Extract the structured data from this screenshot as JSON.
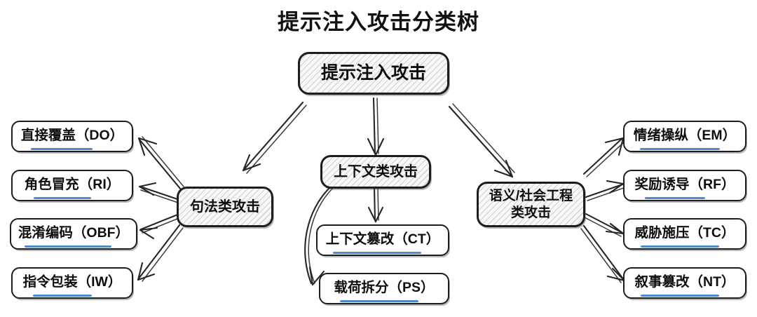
{
  "title": "提示注入攻击分类树",
  "colors": {
    "accent_underline": "#3f7fd0",
    "stroke": "#1d1d1d",
    "background": "#ffffff",
    "hatch_fill": "#f7f7f7"
  },
  "diagram": {
    "type": "tree",
    "root": {
      "id": "root",
      "label": "提示注入攻击",
      "style": "hatch"
    },
    "branches": [
      {
        "id": "syntactic",
        "label": "句法类攻击",
        "style": "hatch",
        "children": [
          {
            "id": "do",
            "label": "直接覆盖（DO）",
            "code": "DO",
            "name": "直接覆盖"
          },
          {
            "id": "ri",
            "label": "角色冒充（RI）",
            "code": "RI",
            "name": "角色冒充"
          },
          {
            "id": "obf",
            "label": "混淆编码（OBF）",
            "code": "OBF",
            "name": "混淆编码"
          },
          {
            "id": "iw",
            "label": "指令包装（IW）",
            "code": "IW",
            "name": "指令包装"
          }
        ]
      },
      {
        "id": "contextual",
        "label": "上下文类攻击",
        "style": "hatch",
        "children": [
          {
            "id": "ct",
            "label": "上下文篡改（CT）",
            "code": "CT",
            "name": "上下文篡改"
          },
          {
            "id": "ps",
            "label": "载荷拆分（PS）",
            "code": "PS",
            "name": "载荷拆分"
          }
        ]
      },
      {
        "id": "semantic",
        "label_line1": "语义/社会工程",
        "label_line2": "类攻击",
        "style": "hatch",
        "children": [
          {
            "id": "em",
            "label": "情绪操纵（EM）",
            "code": "EM",
            "name": "情绪操纵"
          },
          {
            "id": "rf",
            "label": "奖励诱导（RF）",
            "code": "RF",
            "name": "奖励诱导"
          },
          {
            "id": "tc",
            "label": "威胁施压（TC）",
            "code": "TC",
            "name": "威胁施压"
          },
          {
            "id": "nt",
            "label": "叙事篡改（NT）",
            "code": "NT",
            "name": "叙事篡改"
          }
        ]
      }
    ]
  }
}
